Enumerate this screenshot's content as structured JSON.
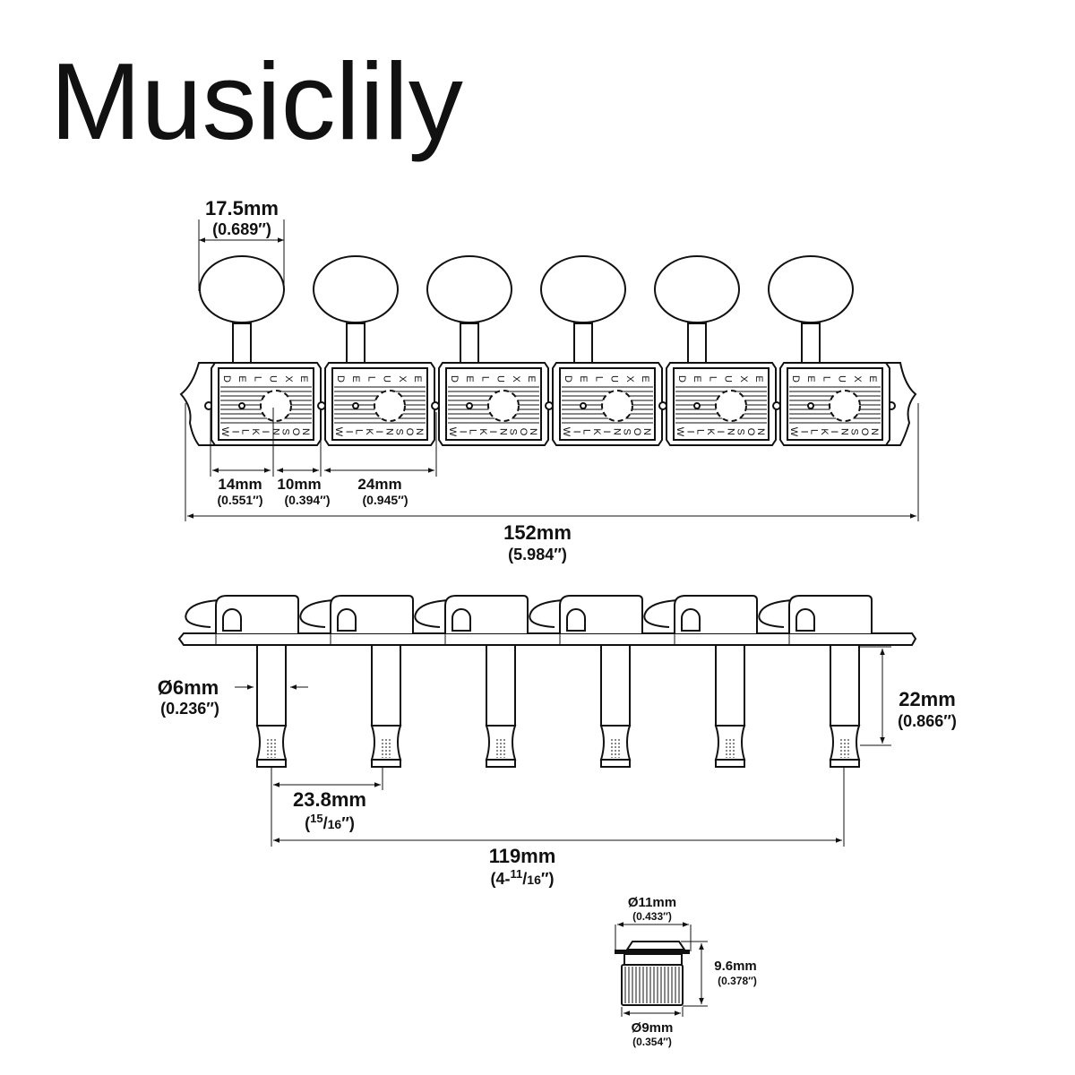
{
  "brand": "Musiclily",
  "engraving": {
    "top": "DELUXE",
    "bottom": "WILKINSON"
  },
  "tuner_count": 6,
  "top_view": {
    "knob_width": {
      "mm": "17.5mm",
      "inch": "(0.689″)"
    },
    "end_to_post": {
      "mm": "14mm",
      "inch": "(0.551″)"
    },
    "post_to_hole": {
      "mm": "10mm",
      "inch": "(0.394″)"
    },
    "housing": {
      "mm": "24mm",
      "inch": "(0.945″)"
    },
    "total_length": {
      "mm": "152mm",
      "inch": "(5.984″)"
    }
  },
  "side_view": {
    "post_diameter": {
      "mm": "Ø6mm",
      "inch": "(0.236″)"
    },
    "post_height": {
      "mm": "22mm",
      "inch": "(0.866″)"
    },
    "post_spacing": {
      "mm": "23.8mm",
      "inch_open": "(",
      "inch_num": "15",
      "inch_sep": "/",
      "inch_den": "16",
      "inch_close": "″)"
    },
    "post_span": {
      "mm": "119mm",
      "inch_open": "(4-",
      "inch_num": "11",
      "inch_sep": "/",
      "inch_den": "16",
      "inch_close": "″)"
    }
  },
  "bushing": {
    "flange_diameter": {
      "mm": "Ø11mm",
      "inch": "(0.433″)"
    },
    "height": {
      "mm": "9.6mm",
      "inch": "(0.378″)"
    },
    "body_diameter": {
      "mm": "Ø9mm",
      "inch": "(0.354″)"
    }
  }
}
